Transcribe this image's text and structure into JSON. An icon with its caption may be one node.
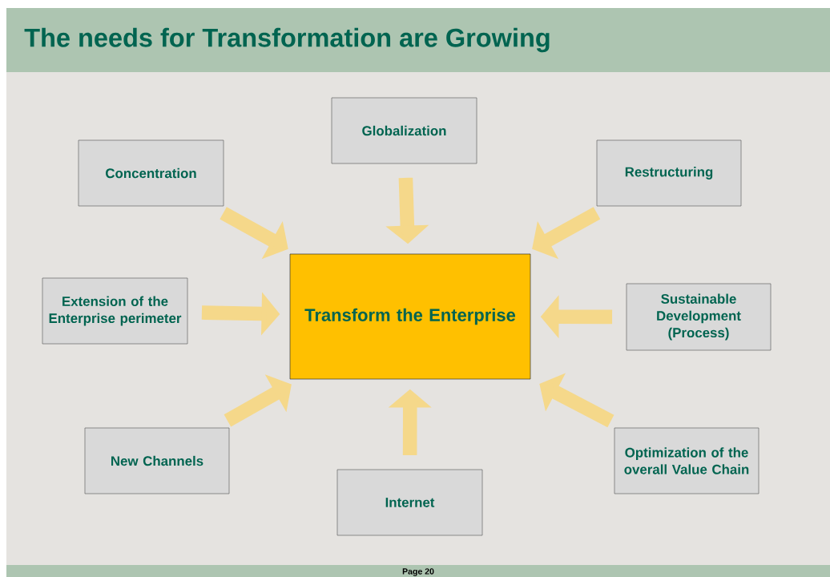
{
  "diagram": {
    "title": "The needs for Transformation are Growing",
    "nodes": [
      {
        "text": [
          "Globalization"
        ]
      },
      {
        "text": [
          "Concentration"
        ]
      },
      {
        "text": [
          "Restructuring"
        ]
      },
      {
        "text": [
          "Extension of the Enterprise perimeter"
        ]
      },
      {
        "text": [
          "Transform the Enterprise"
        ]
      },
      {
        "text": [
          "Sustainable Development (Process)"
        ]
      },
      {
        "text": [
          "New Channels"
        ]
      },
      {
        "text": [
          "Optimization of the overall Value Chain"
        ]
      },
      {
        "text": [
          "Internet"
        ]
      }
    ],
    "edges": [
      {
        "from": 0,
        "to": 4,
        "arrow": "to"
      },
      {
        "from": 1,
        "to": 4,
        "arrow": "to"
      },
      {
        "from": 2,
        "to": 4,
        "arrow": "to"
      },
      {
        "from": 3,
        "to": 4,
        "arrow": "to"
      },
      {
        "from": 5,
        "to": 4,
        "arrow": "to"
      },
      {
        "from": 6,
        "to": 4,
        "arrow": "to"
      },
      {
        "from": 7,
        "to": 4,
        "arrow": "to"
      },
      {
        "from": 8,
        "to": 4,
        "arrow": "to"
      }
    ],
    "labels": [
      "Page 20"
    ]
  }
}
